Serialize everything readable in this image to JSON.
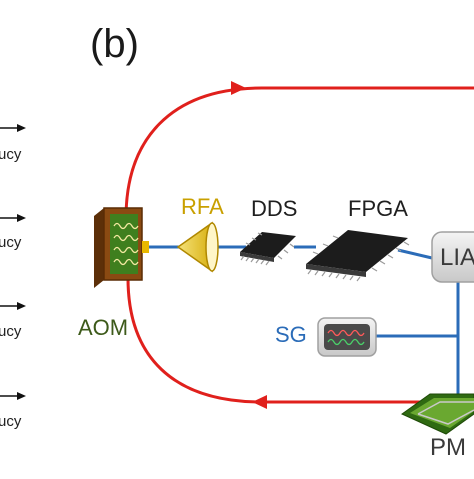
{
  "panel_label": "(b)",
  "left_labels": [
    "ucy",
    "ucy",
    "ucy",
    "ucy"
  ],
  "components": {
    "rfa": "RFA",
    "dds": "DDS",
    "fpga": "FPGA",
    "aom": "AOM",
    "sg": "SG",
    "lia": "LIA",
    "pm": "PM"
  },
  "colors": {
    "laser": "#e0201c",
    "cable": "#2b6cb8",
    "rfa": "#c9a000",
    "aom_label": "#3d5a1a",
    "sg_label": "#2b6cb8",
    "chip": "#1c1c1c",
    "box": "#e4e4e4",
    "aom_body": "#8a4a12",
    "aom_face": "#3f7f1e"
  }
}
